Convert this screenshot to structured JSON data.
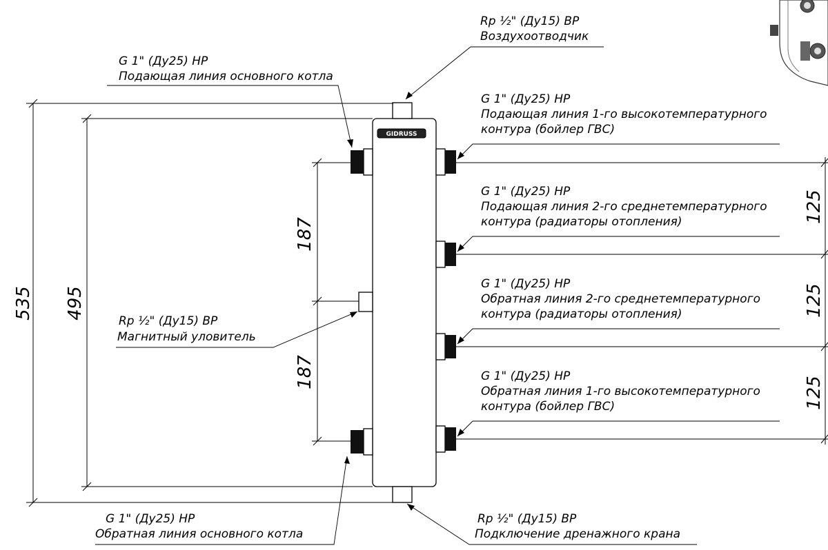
{
  "labels": {
    "air_vent_size": "Rp ½\" (Ду15) ВР",
    "air_vent_name": "Воздухоотводчик",
    "main_supply_size": "G 1\" (Ду25) НР",
    "main_supply_name": "Подающая линия основного котла",
    "c1_supply_size": "G 1\" (Ду25) НР",
    "c1_supply_name_1": "Подающая линия 1-го высокотемпературного",
    "c1_supply_name_2": "контура (бойлер ГВС)",
    "c2_supply_size": "G 1\" (Ду25) НР",
    "c2_supply_name_1": "Подающая линия 2-го среднетемпературного",
    "c2_supply_name_2": "контура (радиаторы отопления)",
    "c2_return_size": "G 1\" (Ду25) НР",
    "c2_return_name_1": "Обратная линия 2-го среднетемпературного",
    "c2_return_name_2": "контура (радиаторы отопления)",
    "c1_return_size": "G 1\" (Ду25) НР",
    "c1_return_name_1": "Обратная линия 1-го высокотемпературного",
    "c1_return_name_2": "контура (бойлер ГВС)",
    "magnet_size": "Rp ½\" (Ду15) ВР",
    "magnet_name": "Магнитный уловитель",
    "main_return_size": "G 1\" (Ду25) НР",
    "main_return_name": "Обратная линия основного котла",
    "drain_size": "Rp ½\" (Ду15) ВР",
    "drain_name": "Подключение дренажного крана"
  },
  "dimensions": {
    "overall": "535",
    "body": "495",
    "upper_half": "187",
    "lower_half": "187",
    "spacing_1": "125",
    "spacing_2": "125",
    "spacing_3": "125"
  },
  "logo_text": "GIDRUSS"
}
